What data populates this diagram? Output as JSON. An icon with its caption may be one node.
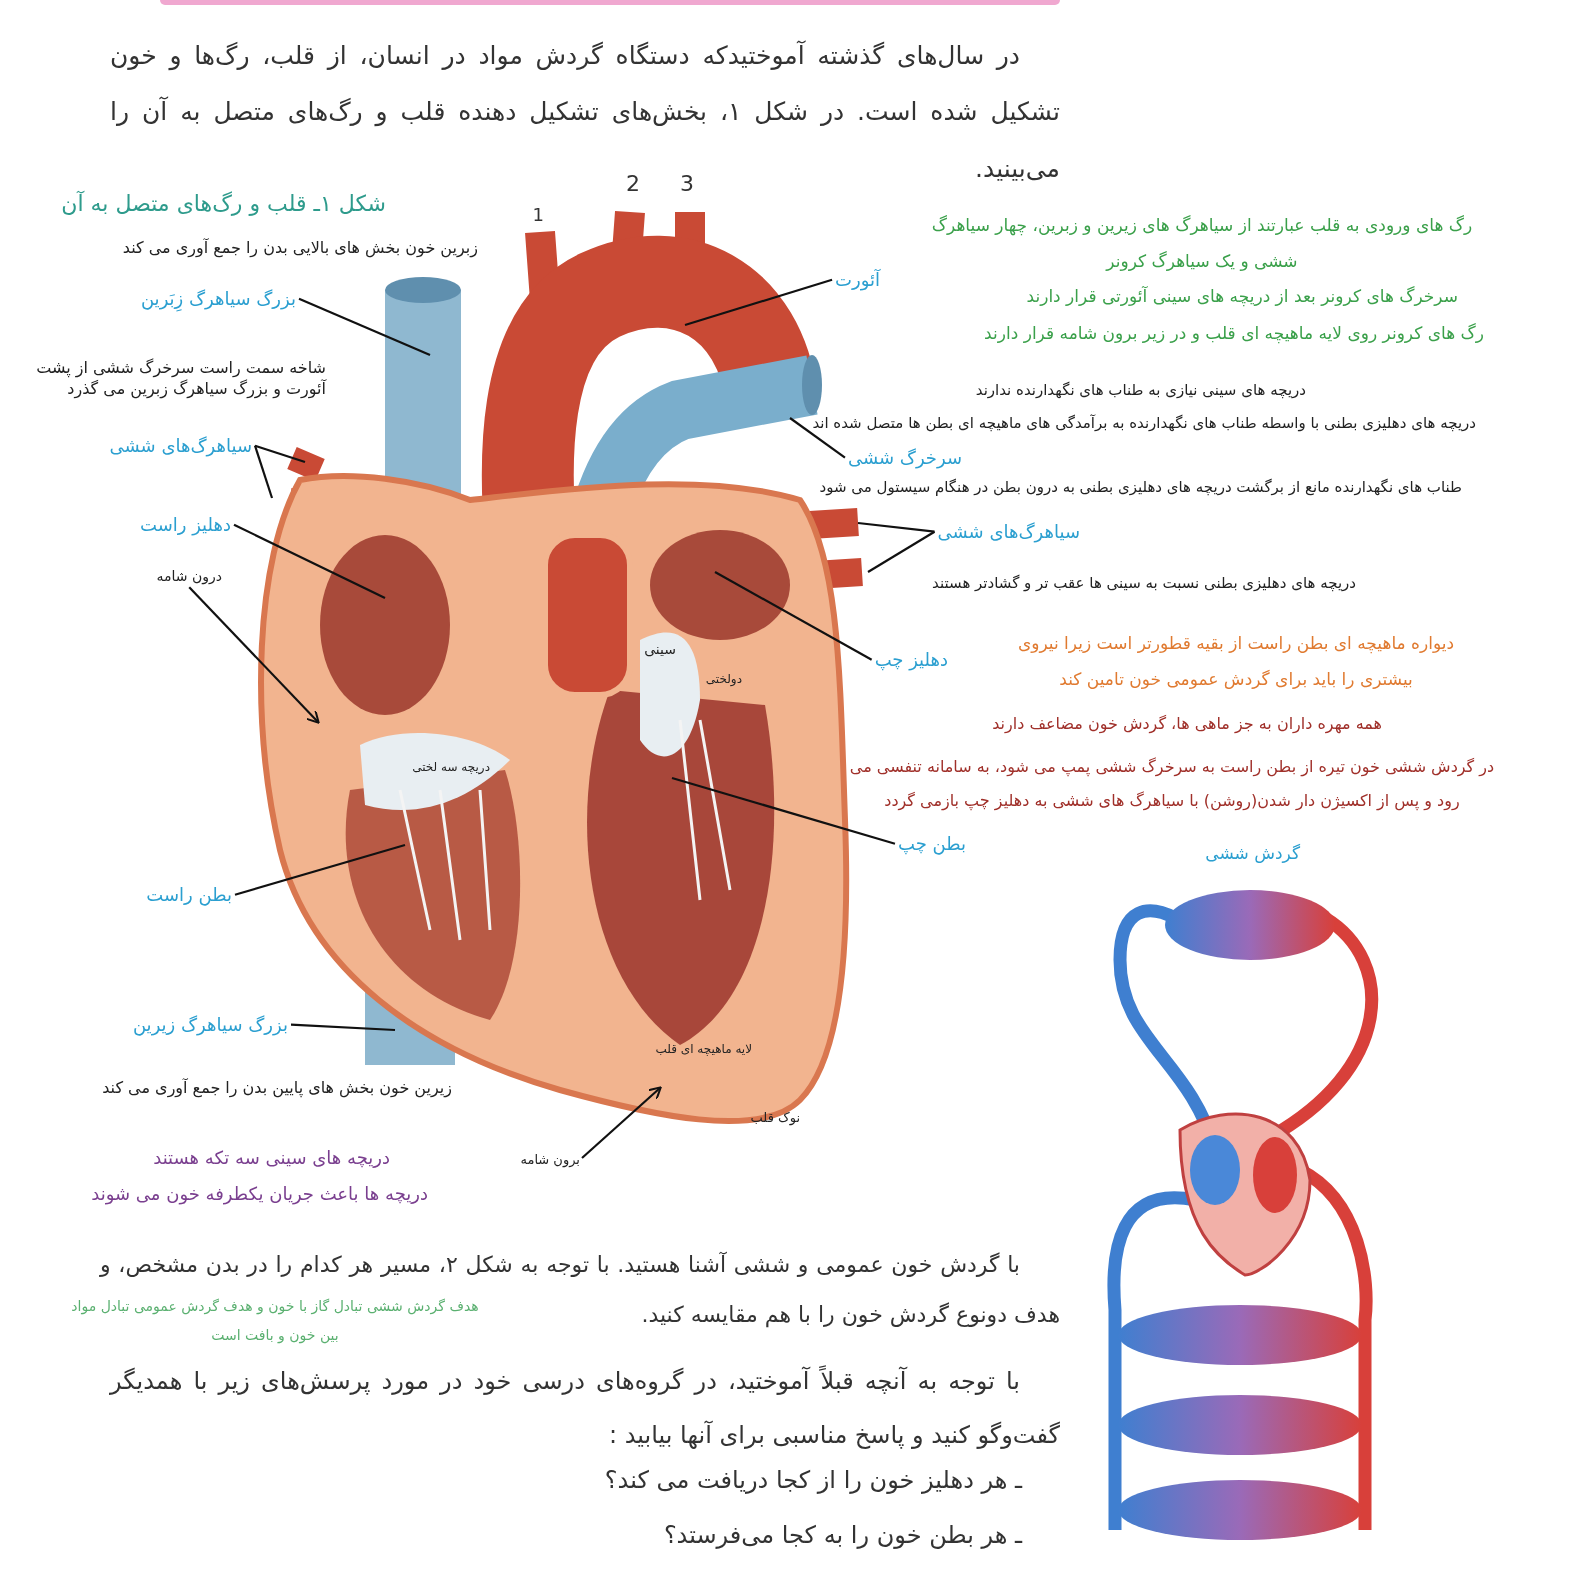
{
  "diagram": {
    "caption": "شکل ۱ـ قلب و رگ‌های متصل به آن",
    "nodes": [
      {
        "text": [
          "بزرگ سیاهرگ زِبَرین"
        ]
      },
      {
        "text": [
          "آئورت"
        ]
      },
      {
        "text": [
          "سیاهرگ‌های ششی"
        ]
      },
      {
        "text": [
          "سرخرگ ششی"
        ]
      },
      {
        "text": [
          "دهلیز راست"
        ]
      },
      {
        "text": [
          "سیاهرگ‌های ششی"
        ]
      },
      {
        "text": [
          "درون شامه"
        ]
      },
      {
        "text": [
          "دهلیز چپ"
        ]
      },
      {
        "text": [
          "بطن چپ"
        ]
      },
      {
        "text": [
          "بطن راست"
        ]
      },
      {
        "text": [
          "بزرگ سیاهرگ زیرین"
        ]
      },
      {
        "text": [
          "برون شامه"
        ]
      }
    ],
    "edges": [
      {
        "from": 0,
        "to": null,
        "arrow": "none"
      },
      {
        "from": 1,
        "to": null,
        "arrow": "none"
      },
      {
        "from": 2,
        "to": null,
        "arrow": "none"
      },
      {
        "from": 2,
        "to": null,
        "arrow": "none"
      },
      {
        "from": 3,
        "to": null,
        "arrow": "none"
      },
      {
        "from": 4,
        "to": null,
        "arrow": "none"
      },
      {
        "from": 5,
        "to": null,
        "arrow": "none"
      },
      {
        "from": 5,
        "to": null,
        "arrow": "none"
      },
      {
        "from": 6,
        "to": null,
        "arrow": "to"
      },
      {
        "from": 7,
        "to": null,
        "arrow": "none"
      },
      {
        "from": 8,
        "to": null,
        "arrow": "none"
      },
      {
        "from": 9,
        "to": null,
        "arrow": "none"
      },
      {
        "from": 10,
        "to": null,
        "arrow": "none"
      },
      {
        "from": 11,
        "to": null,
        "arrow": "to"
      }
    ],
    "labels": [
      "در سال‌های گذشته آموختیدکه دستگاه گردش مواد در انسان، از قلب، رگ‌ها و خون تشکیل شده است. در شکل ۱، بخش‌های تشکیل دهنده قلب و رگ‌های متصل به آن را می‌بینید.",
      "2",
      "3",
      "1",
      "رگ های ورودی به قلب عبارتند از سیاهرگ های زیرین و زبرین، چهار سیاهرگ ششی و یک سیاهرگ کرونر",
      "سرخرگ های کرونر بعد از دریچه های سینی آئورتی قرار دارند",
      "رگ های کرونر روی لایه ماهیچه ای قلب و در زیر برون شامه قرار دارند",
      "زبرین خون بخش های بالایی بدن را جمع آوری می کند",
      "شاخه سمت راست سرخرگ ششی از پشت آئورت و بزرگ سیاهرگ زبرین می گذرد",
      "دریچه های سینی نیازی به طناب های نگهدارنده ندارند",
      "دریچه های دهلیزی بطنی با واسطه طناب های نگهدارنده به برآمدگی های ماهیچه ای بطن ها متصل شده اند",
      "طناب های نگهدارنده مانع از برگشت دریچه های دهلیزی بطنی به درون بطن در هنگام سیستول می شود",
      "دریچه های دهلیزی بطنی نسبت به سینی ها عقب تر و گشادتر هستند",
      "دیواره ماهیچه ای بطن راست از بقیه قطورتر است زیرا نیروی بیشتری را باید برای گردش عمومی خون تامین کند",
      "سینی",
      "دولختی",
      "همه مهره داران به جز ماهی ها، گردش خون مضاعف دارند",
      "دریچه سه لختی",
      "در گردش ششی خون تیره از بطن راست به سرخرگ ششی پمپ می شود، به سامانه تنفسی می رود و پس از اکسیژن دار شدن(روشن) با سیاهرگ های ششی به دهلیز چپ بازمی گردد",
      "گردش ششی",
      "لایه ماهیچه ای قلب",
      "زیرین خون بخش های پایین بدن را جمع آوری می کند",
      "نوک قلب",
      "دریچه های سینی سه تکه هستند",
      "دریچه ها باعث جریان یکطرفه خون می شوند",
      "با گردش خون عمومی و ششی آشنا هستید. با توجه به شکل ۲، مسیر هر کدام را در بدن مشخص، و هدف دونوع گردش خون را با هم مقایسه کنید.",
      "هدف گردش ششی تبادل گاز با خون و هدف گردش عمومی تبادل مواد بین خون و بافت است",
      "با توجه به آنچه قبلاً آموختید، در گروه‌های درسی خود در مورد پرسش‌های زیر با همدیگر گفت‌وگو کنید و پاسخ مناسبی برای آنها بیابید :",
      "ـ هر دهلیز خون را از کجا دریافت می کند؟",
      "ـ هر بطن خون را به کجا می‌فرستد؟"
    ]
  }
}
